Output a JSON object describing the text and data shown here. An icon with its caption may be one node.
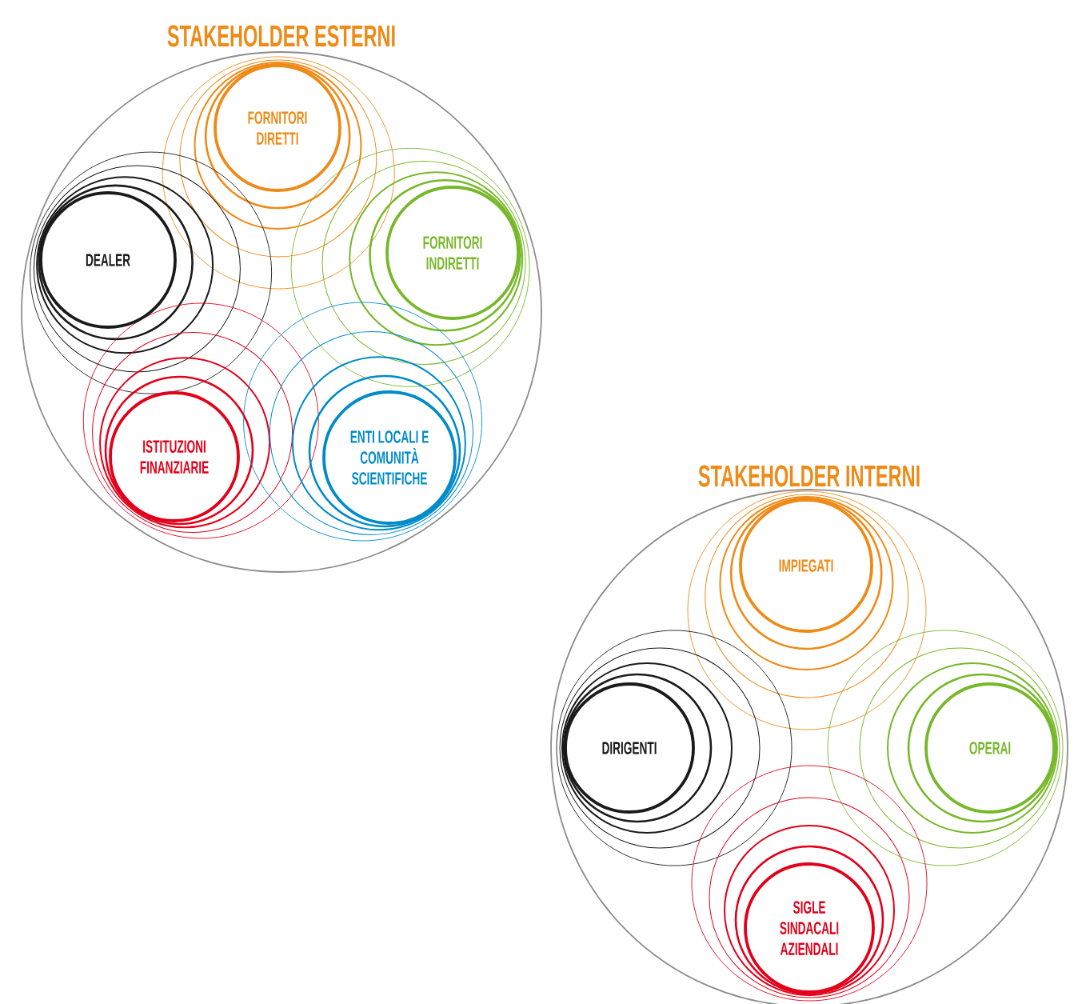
{
  "diagram": {
    "nodes": [
      {
        "text": [
          "STAKEHOLDER ESTERNI"
        ]
      },
      {
        "text": [
          "FORNITORI DIRETTI"
        ],
        "in": 0
      },
      {
        "text": [
          "DEALER"
        ],
        "in": 0
      },
      {
        "text": [
          "FORNITORI INDIRETTI"
        ],
        "in": 0
      },
      {
        "text": [
          "ISTITUZIONI FINANZIARIE"
        ],
        "in": 0
      },
      {
        "text": [
          "ENTI LOCALI E COMUNITÀ SCIENTIFICHE"
        ],
        "in": 0
      },
      {
        "text": [
          "STAKEHOLDER INTERNI"
        ]
      },
      {
        "text": [
          "IMPIEGATI"
        ],
        "in": 6
      },
      {
        "text": [
          "DIRIGENTI"
        ],
        "in": 6
      },
      {
        "text": [
          "OPERAI"
        ],
        "in": 6
      },
      {
        "text": [
          "SIGLE SINDACALI AZIENDALI"
        ],
        "in": 6
      }
    ]
  }
}
